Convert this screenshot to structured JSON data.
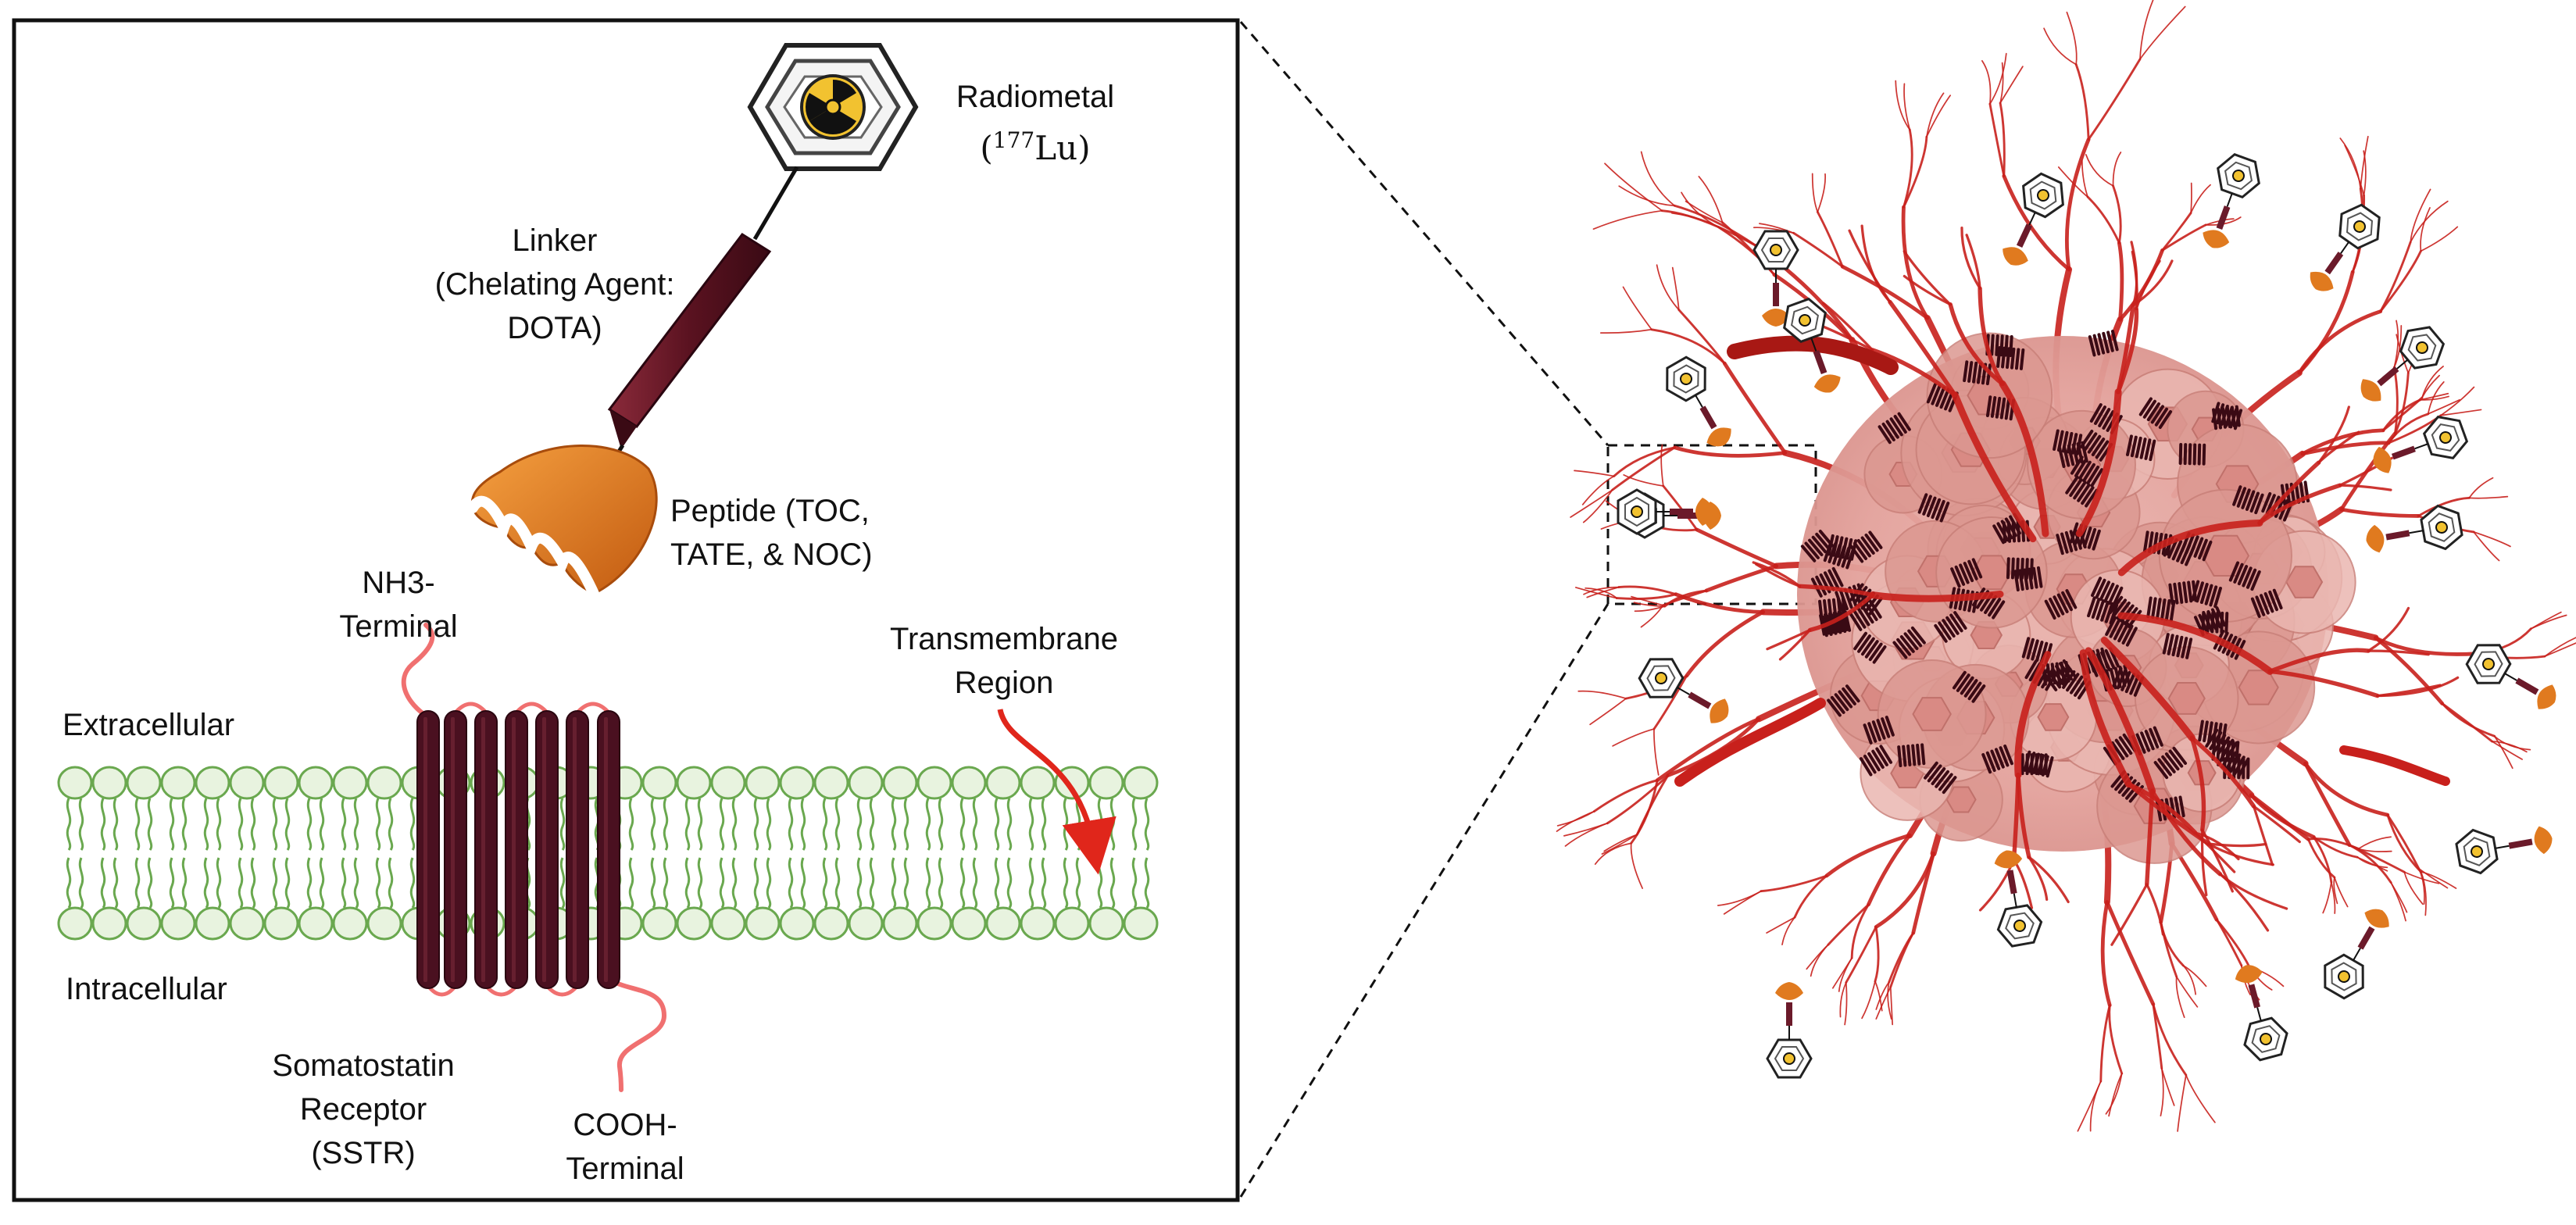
{
  "labels": {
    "radiometal": "Radiometal",
    "isotope_mass": "177",
    "isotope_symbol": "Lu",
    "linker_line1": "Linker",
    "linker_line2": "(Chelating Agent:",
    "linker_line3": "DOTA)",
    "peptide_line1": "Peptide (TOC,",
    "peptide_line2": "TATE, & NOC)",
    "nh3_line1": "NH3-",
    "nh3_line2": "Terminal",
    "transmembrane_line1": "Transmembrane",
    "transmembrane_line2": "Region",
    "extracellular": "Extracellular",
    "intracellular": "Intracellular",
    "sstr_line1": "Somatostatin",
    "sstr_line2": "Receptor",
    "sstr_line3": "(SSTR)",
    "cooh_line1": "COOH-",
    "cooh_line2": "Terminal"
  },
  "colors": {
    "membrane": "#6aa84f",
    "membrane_fill": "#e8f3df",
    "receptor": "#4a1020",
    "peptide": "#e07a1f",
    "linker": "#6b1a2a",
    "radiometal_symbol": "#f2c230",
    "tail": "#f07070",
    "arrow": "#e0261b",
    "tumor": "#e8a7a2",
    "vessel": "#c8201c"
  },
  "icons": {
    "radiometal": "radiation-trefoil-icon",
    "peptide": "peptide-cap-icon"
  }
}
